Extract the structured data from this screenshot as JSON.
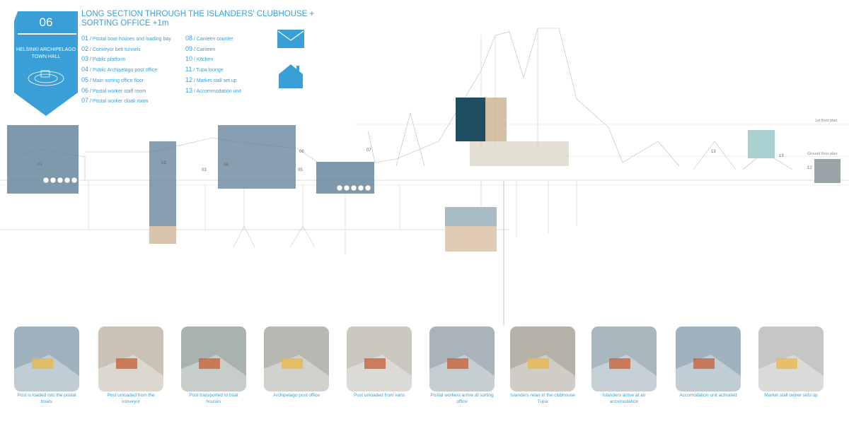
{
  "badge": {
    "number": "06",
    "name": "HELSINKI ARCHIPELAGO TOWN HALL"
  },
  "title": "LONG SECTION THROUGH THE ISLANDERS' CLUBHOUSE + SORTING OFFICE +1m",
  "legend": [
    {
      "n": "01",
      "label": "Postal boat houses and loading bay"
    },
    {
      "n": "02",
      "label": "Conveyor belt tunnels"
    },
    {
      "n": "03",
      "label": "Public platform"
    },
    {
      "n": "04",
      "label": "Public Archipelago post office"
    },
    {
      "n": "05",
      "label": "Main sorting office floor"
    },
    {
      "n": "06",
      "label": "Postal worker staff room"
    },
    {
      "n": "07",
      "label": "Postal worker cloak room"
    },
    {
      "n": "08",
      "label": "Canteen counter"
    },
    {
      "n": "09",
      "label": "Canteen"
    },
    {
      "n": "10",
      "label": "Kitchen"
    },
    {
      "n": "11",
      "label": "Tupa lounge"
    },
    {
      "n": "12",
      "label": "Market stall set up"
    },
    {
      "n": "13",
      "label": "Accommodation unit"
    }
  ],
  "icons": [
    "envelope-icon",
    "house-icon"
  ],
  "levels": {
    "first": "1st floor plan",
    "ground": "Ground floor plan"
  },
  "section_labels": [
    "01",
    "02",
    "03",
    "04",
    "05",
    "06",
    "07",
    "13",
    "13",
    "12"
  ],
  "vignettes": [
    "Post is loaded into the postal boats",
    "Post unloaded from the conveyor",
    "Post transported to boat houses",
    "Archipelago post office",
    "Post unloaded from vans",
    "Postal workers arrive at sorting office",
    "Islanders relax in the clubhouse Tupa",
    "Islanders arrive at an accomodation",
    "Accomodation unit activated",
    "Market stall owner sets up"
  ],
  "colors": {
    "accent": "#3a9fd6",
    "slate": "#5f7f97",
    "teal": "#1f4e63",
    "tan": "#c9b08f"
  }
}
